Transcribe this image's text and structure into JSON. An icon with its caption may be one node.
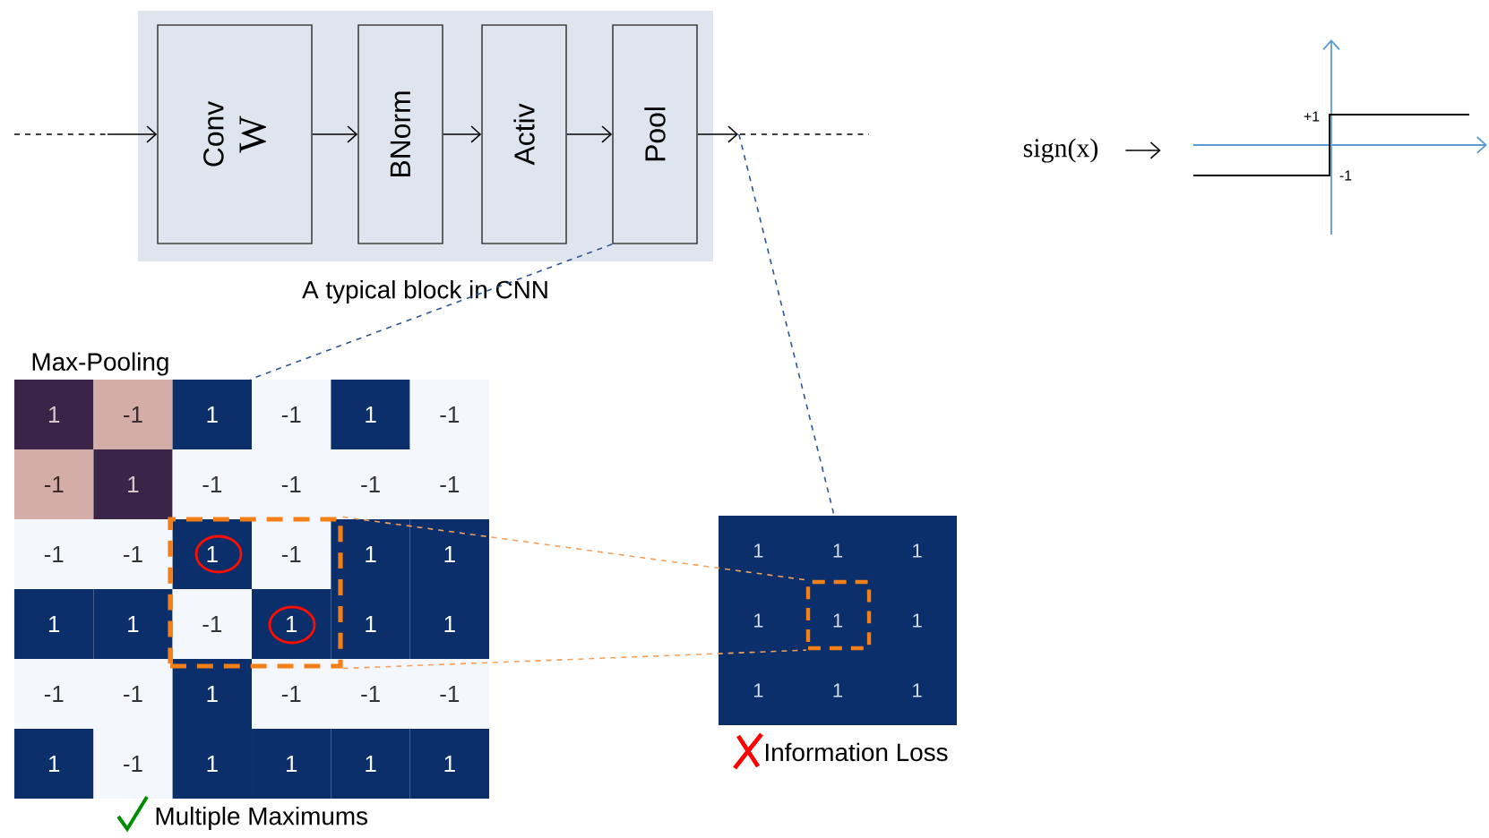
{
  "diagram": {
    "nodes": [
      {
        "text": [
          "A typical block in CNN"
        ]
      },
      {
        "text": [
          "Conv",
          "W"
        ],
        "in": 0
      },
      {
        "text": [
          "BNorm"
        ],
        "in": 0
      },
      {
        "text": [
          "Activ"
        ],
        "in": 0
      },
      {
        "text": [
          "Pool"
        ],
        "in": 0
      },
      {
        "text": [
          "sign(x)"
        ]
      },
      {
        "text": [],
        "shape": "picture"
      },
      {
        "text": [
          "Max-Pooling"
        ],
        "beside": [
          "Multiple Maximums"
        ]
      },
      {
        "text": [],
        "shape": "box",
        "in": 7
      },
      {
        "text": [],
        "shape": "box",
        "beside": [
          "Information Loss"
        ]
      },
      {
        "text": [],
        "shape": "box",
        "in": 9
      }
    ],
    "edges": [
      {
        "from": null,
        "to": 1,
        "arrow": "to"
      },
      {
        "from": 1,
        "to": 2,
        "arrow": "to"
      },
      {
        "from": 2,
        "to": 3,
        "arrow": "to"
      },
      {
        "from": 3,
        "to": 4,
        "arrow": "to"
      },
      {
        "from": 4,
        "to": null,
        "arrow": "to"
      },
      {
        "from": 5,
        "to": 6,
        "arrow": "to"
      },
      {
        "from": 4,
        "to": 7,
        "arrow": "none",
        "style": "dashed",
        "color": "#2f5597"
      },
      {
        "from": 4,
        "to": 9,
        "arrow": "none",
        "style": "dashed",
        "color": "#2f5597"
      },
      {
        "from": 8,
        "to": 10,
        "arrow": "none",
        "style": "dashed",
        "color": "#f4a05a"
      },
      {
        "from": 8,
        "to": 10,
        "arrow": "none",
        "style": "dashed",
        "color": "#f4a05a"
      }
    ],
    "labels": [
      "+1",
      "-1",
      "1",
      "-1",
      "1",
      "-1",
      "1",
      "-1",
      "-1",
      "1",
      "-1",
      "-1",
      "-1",
      "-1",
      "-1",
      "-1",
      "1",
      "-1",
      "1",
      "1",
      "1",
      "1",
      "-1",
      "1",
      "1",
      "1",
      "-1",
      "-1",
      "1",
      "-1",
      "-1",
      "-1",
      "1",
      "-1",
      "1",
      "1",
      "1",
      "1",
      "1",
      "1",
      "1",
      "1",
      "1",
      "1",
      "1",
      "1",
      "1"
    ]
  }
}
